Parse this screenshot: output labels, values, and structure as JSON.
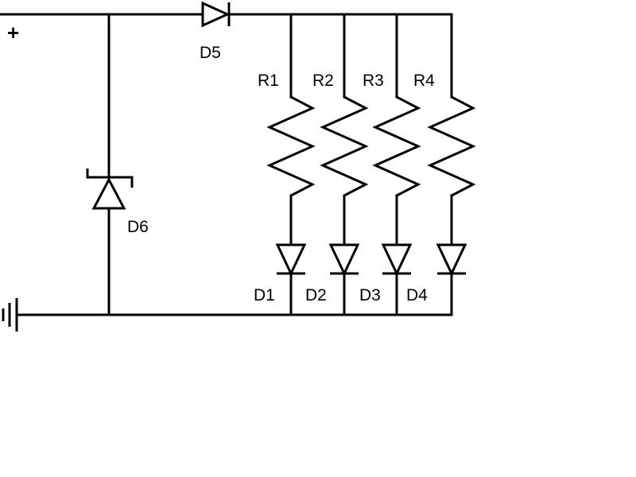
{
  "schematic": {
    "terminals": {
      "positive": "+",
      "ground_icon": "ground-symbol"
    },
    "components": {
      "D5": "D5",
      "D6": "D6",
      "R1": "R1",
      "R2": "R2",
      "R3": "R3",
      "R4": "R4",
      "D1": "D1",
      "D2": "D2",
      "D3": "D3",
      "D4": "D4"
    }
  }
}
